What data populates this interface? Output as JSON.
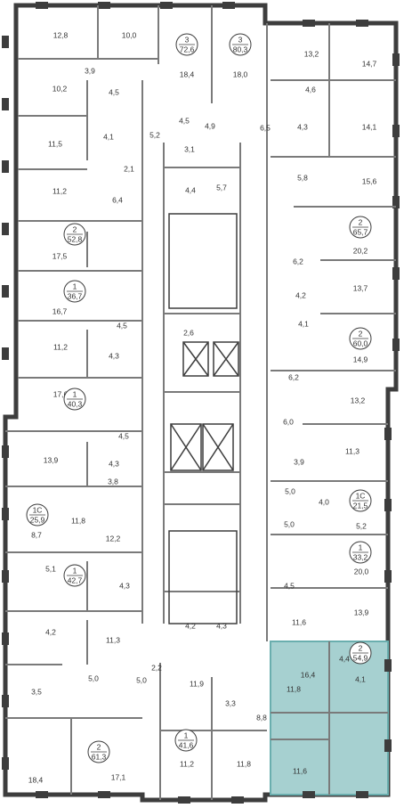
{
  "plan": {
    "colors": {
      "wall": "#3d3d3d",
      "interior": "#7a7a7a",
      "highlight_fill": "#a6d0d0",
      "highlight_stroke": "#6aaeae",
      "text": "#333333",
      "fixture": "#8a8a8a"
    },
    "highlight_unit": {
      "rooms": "2",
      "area": "54,9"
    }
  },
  "room_labels": [
    "12,8",
    "10,0",
    "18,4",
    "18,0",
    "13,2",
    "14,7",
    "3,9",
    "10,2",
    "4,5",
    "4,6",
    "4,5",
    "4,9",
    "6,5",
    "4,3",
    "14,1",
    "4,1",
    "5,2",
    "3,1",
    "11,5",
    "2,1",
    "5,8",
    "15,6",
    "11,2",
    "4,4",
    "5,7",
    "6,4",
    "20,2",
    "17,5",
    "6,2",
    "4,2",
    "13,7",
    "16,7",
    "4,1",
    "14,9",
    "4,5",
    "2,6",
    "11,2",
    "4,3",
    "6,2",
    "13,2",
    "17,6",
    "6,0",
    "4,5",
    "11,3",
    "13,9",
    "4,3",
    "3,9",
    "3,8",
    "5,0",
    "4,0",
    "5,0",
    "11,8",
    "5,2",
    "8,7",
    "12,2",
    "20,0",
    "5,1",
    "4,5",
    "4,3",
    "11,6",
    "13,9",
    "4,2",
    "4,2",
    "4,3",
    "11,3",
    "2,2",
    "4,4",
    "5,0",
    "11,9",
    "3,5",
    "5,0",
    "3,3",
    "8,8",
    "16,4",
    "4,1",
    "11,8",
    "18,4",
    "17,1",
    "11,2",
    "11,8",
    "11,6"
  ],
  "unit_badges": [
    {
      "rooms": "3",
      "area": "72,6"
    },
    {
      "rooms": "3",
      "area": "80,3"
    },
    {
      "rooms": "2",
      "area": "52,8"
    },
    {
      "rooms": "2",
      "area": "65,7"
    },
    {
      "rooms": "1",
      "area": "36,7"
    },
    {
      "rooms": "2",
      "area": "60,0"
    },
    {
      "rooms": "1",
      "area": "40,3"
    },
    {
      "rooms": "1С",
      "area": "25,9"
    },
    {
      "rooms": "1С",
      "area": "21,5"
    },
    {
      "rooms": "1",
      "area": "33,2"
    },
    {
      "rooms": "1",
      "area": "42,7"
    },
    {
      "rooms": "2",
      "area": "54,9"
    },
    {
      "rooms": "2",
      "area": "61,3"
    },
    {
      "rooms": "1",
      "area": "41,6"
    }
  ]
}
